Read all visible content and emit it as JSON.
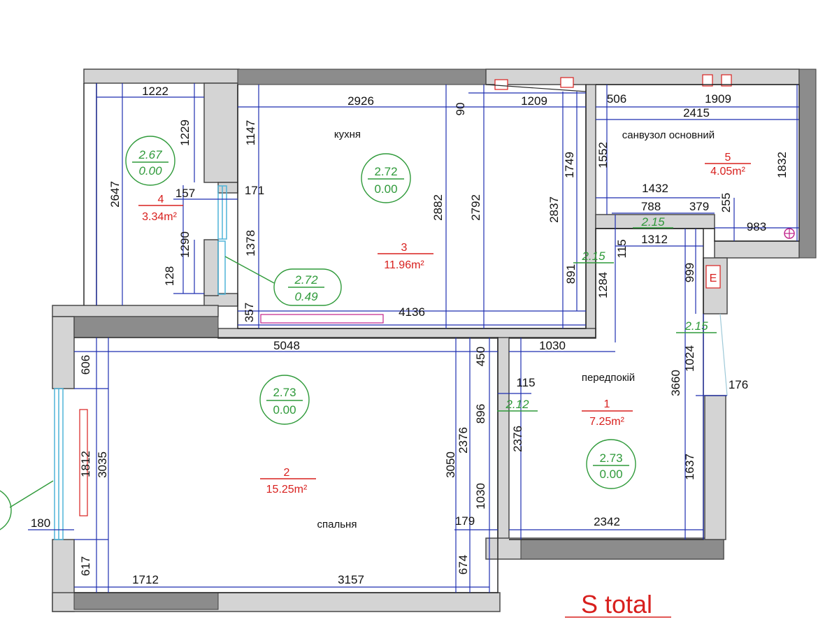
{
  "colors": {
    "dimension": "#1f2fb0",
    "area_label": "#d8201e",
    "height_label": "#2f9a3a",
    "wall": "#d4d4d4",
    "wall_dark": "#8c8c8c",
    "window": "#4fb4d8"
  },
  "rooms": [
    {
      "number": "1",
      "area": "7.25m²",
      "name": "передпокій",
      "height": "2.73",
      "threshold": "0.00"
    },
    {
      "number": "2",
      "area": "15.25m²",
      "name": "спальня",
      "height": "2.73",
      "threshold": "0.00"
    },
    {
      "number": "3",
      "area": "11.96m²",
      "name": "кухня",
      "height": "2.72",
      "threshold": "0.00"
    },
    {
      "number": "4",
      "area": "3.34m²",
      "height": "2.67",
      "threshold": "0.00"
    },
    {
      "number": "5",
      "area": "4.05m²",
      "name": "санвузол основний"
    }
  ],
  "door_bubble": {
    "height": "2.72",
    "threshold": "0.49"
  },
  "opening_heights": [
    "2.15",
    "2.15",
    "2.15",
    "2.12"
  ],
  "dimensions": [
    "1222",
    "1229",
    "2647",
    "157",
    "171",
    "1290",
    "128",
    "1378",
    "357",
    "2926",
    "90",
    "1209",
    "1147",
    "2882",
    "2792",
    "2837",
    "1749",
    "891",
    "1284",
    "4136",
    "506",
    "1909",
    "2415",
    "1552",
    "1832",
    "1432",
    "788",
    "379",
    "255",
    "983",
    "115",
    "1312",
    "999",
    "5048",
    "606",
    "3035",
    "1812",
    "180",
    "617",
    "1712",
    "3157",
    "3050",
    "2376",
    "674",
    "450",
    "115",
    "896",
    "1030",
    "179",
    "2376",
    "1030",
    "3660",
    "1024",
    "176",
    "1637",
    "2342"
  ],
  "socket_mark": "E",
  "total": {
    "label": "S total"
  }
}
